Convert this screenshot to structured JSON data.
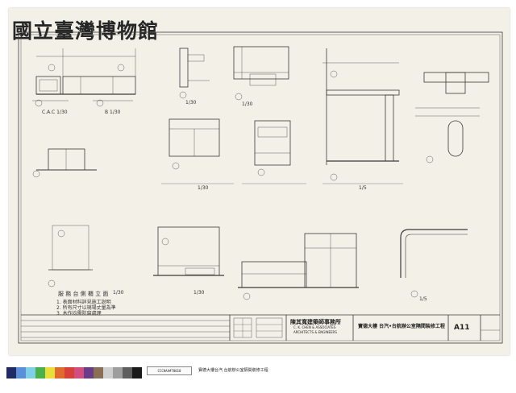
{
  "watermark": "國立臺灣博物館",
  "title_block": {
    "firm_cn": "陳其寬建築師事務所",
    "firm_en_1": "C. K. CHEN & ASSOCIATES",
    "firm_en_2": "ARCHITECTS & ENGINEERS",
    "project": "寶德大樓 台汽•台航辦公室隔間裝修工程",
    "sheet_no": "A11"
  },
  "drawing_notes": {
    "elev_1": "C.A.C 1/30",
    "elev_2": "B 1/30",
    "elev_3": "1/30",
    "elev_4": "1/30",
    "title_lower_left": "服 務 台 側 櫃 立 面",
    "scale_a": "1/30",
    "scale_b": "1/5",
    "scale_c": "1/30",
    "scale_d": "1/30",
    "scale_e": "1/5",
    "note_1": "1. 表面材料詳見施工說明",
    "note_2": "2. 所有尺寸以現場丈量為準",
    "note_3": "3. 木作均需防腐處理"
  },
  "archive_label": "CCCHAA#70010",
  "archive_caption": "寶德大樓台汽 台航辦公室隔間裝修工程",
  "color_chips": [
    "#1f2a66",
    "#5b8fd8",
    "#7fd0e6",
    "#4db04a",
    "#e8df3c",
    "#e06b2e",
    "#d8413a",
    "#d14f7e",
    "#6b3d86",
    "#8a6f55",
    "#d0cfcf",
    "#9e9e9e",
    "#5e5e5e",
    "#1a1a1a"
  ]
}
